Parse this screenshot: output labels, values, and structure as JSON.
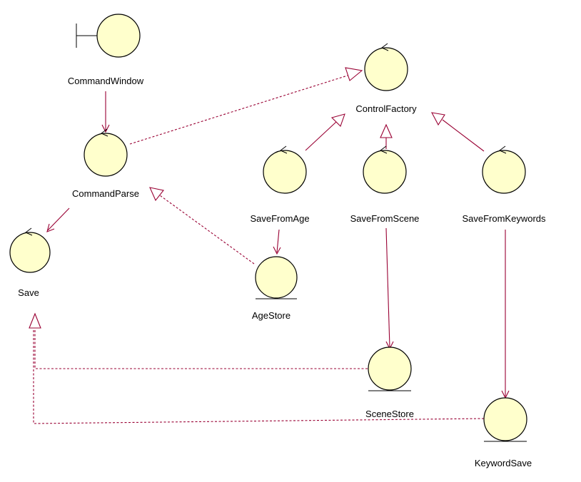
{
  "diagram": {
    "colors": {
      "node_fill": "#ffffcc",
      "connector": "#990033",
      "outline": "#000000"
    },
    "nodes": {
      "command_window": {
        "label": "CommandWindow",
        "kind": "boundary"
      },
      "command_parse": {
        "label": "CommandParse",
        "kind": "control"
      },
      "control_factory": {
        "label": "ControlFactory",
        "kind": "control"
      },
      "save_from_age": {
        "label": "SaveFromAge",
        "kind": "control"
      },
      "save_from_scene": {
        "label": "SaveFromScene",
        "kind": "control"
      },
      "save_from_keywords": {
        "label": "SaveFromKeywords",
        "kind": "control"
      },
      "save": {
        "label": "Save",
        "kind": "control"
      },
      "age_store": {
        "label": "AgeStore",
        "kind": "entity"
      },
      "scene_store": {
        "label": "SceneStore",
        "kind": "entity"
      },
      "keyword_save": {
        "label": "KeywordSave",
        "kind": "entity"
      }
    },
    "relations": [
      {
        "from": "CommandWindow",
        "to": "CommandParse",
        "type": "association"
      },
      {
        "from": "CommandParse",
        "to": "ControlFactory",
        "type": "realization"
      },
      {
        "from": "SaveFromAge",
        "to": "ControlFactory",
        "type": "generalization"
      },
      {
        "from": "SaveFromScene",
        "to": "ControlFactory",
        "type": "generalization"
      },
      {
        "from": "SaveFromKeywords",
        "to": "ControlFactory",
        "type": "generalization"
      },
      {
        "from": "CommandParse",
        "to": "Save",
        "type": "association"
      },
      {
        "from": "AgeStore",
        "to": "CommandParse",
        "type": "realization"
      },
      {
        "from": "SaveFromAge",
        "to": "AgeStore",
        "type": "association"
      },
      {
        "from": "SaveFromScene",
        "to": "SceneStore",
        "type": "association"
      },
      {
        "from": "SaveFromKeywords",
        "to": "KeywordSave",
        "type": "association"
      },
      {
        "from": "SceneStore",
        "to": "Save",
        "type": "realization"
      },
      {
        "from": "KeywordSave",
        "to": "Save",
        "type": "realization"
      }
    ]
  }
}
